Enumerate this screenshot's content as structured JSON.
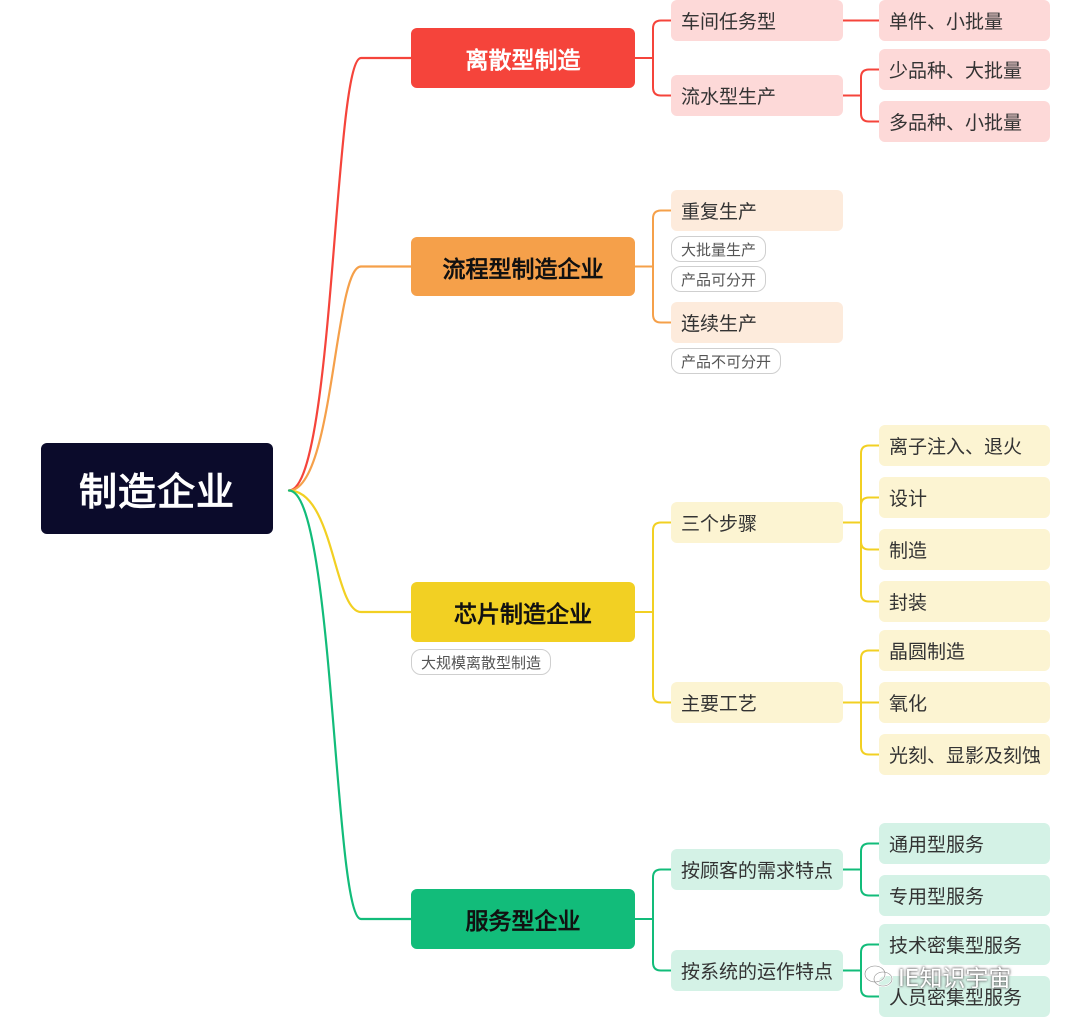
{
  "colors": {
    "root_bg": "#0b0b2b",
    "red": "#f5443b",
    "red_light": "#fdd9d8",
    "orange": "#f5a04a",
    "orange_light": "#fdebdc",
    "yellow": "#f2d023",
    "yellow_light": "#fcf4d2",
    "green": "#12bc7a",
    "green_light": "#d4f2e6"
  },
  "root": {
    "label": "制造企业"
  },
  "branches": [
    {
      "label": "离散型制造",
      "text_color": "#ffffff",
      "children": [
        {
          "label": "车间任务型",
          "children": [
            {
              "label": "单件、小批量"
            }
          ]
        },
        {
          "label": "流水型生产",
          "children": [
            {
              "label": "少品种、大批量"
            },
            {
              "label": "多品种、小批量"
            }
          ]
        }
      ]
    },
    {
      "label": "流程型制造企业",
      "text_color": "#111111",
      "children": [
        {
          "label": "重复生产",
          "notes": [
            "大批量生产",
            "产品可分开"
          ]
        },
        {
          "label": "连续生产",
          "notes": [
            "产品不可分开"
          ]
        }
      ]
    },
    {
      "label": "芯片制造企业",
      "text_color": "#111111",
      "note": "大规模离散型制造",
      "children": [
        {
          "label": "三个步骤",
          "children": [
            {
              "label": "离子注入、退火"
            },
            {
              "label": "设计"
            },
            {
              "label": "制造"
            },
            {
              "label": "封装"
            }
          ]
        },
        {
          "label": "主要工艺",
          "children": [
            {
              "label": "晶圆制造"
            },
            {
              "label": "氧化"
            },
            {
              "label": "光刻、显影及刻蚀"
            }
          ]
        }
      ]
    },
    {
      "label": "服务型企业",
      "text_color": "#111111",
      "children": [
        {
          "label": "按顾客的需求特点",
          "children": [
            {
              "label": "通用型服务"
            },
            {
              "label": "专用型服务"
            }
          ]
        },
        {
          "label": "按系统的运作特点",
          "children": [
            {
              "label": "技术密集型服务"
            },
            {
              "label": "人员密集型服务"
            }
          ]
        }
      ]
    }
  ],
  "watermark": {
    "text": "IE知识宇宙",
    "icon": "wechat-icon"
  }
}
